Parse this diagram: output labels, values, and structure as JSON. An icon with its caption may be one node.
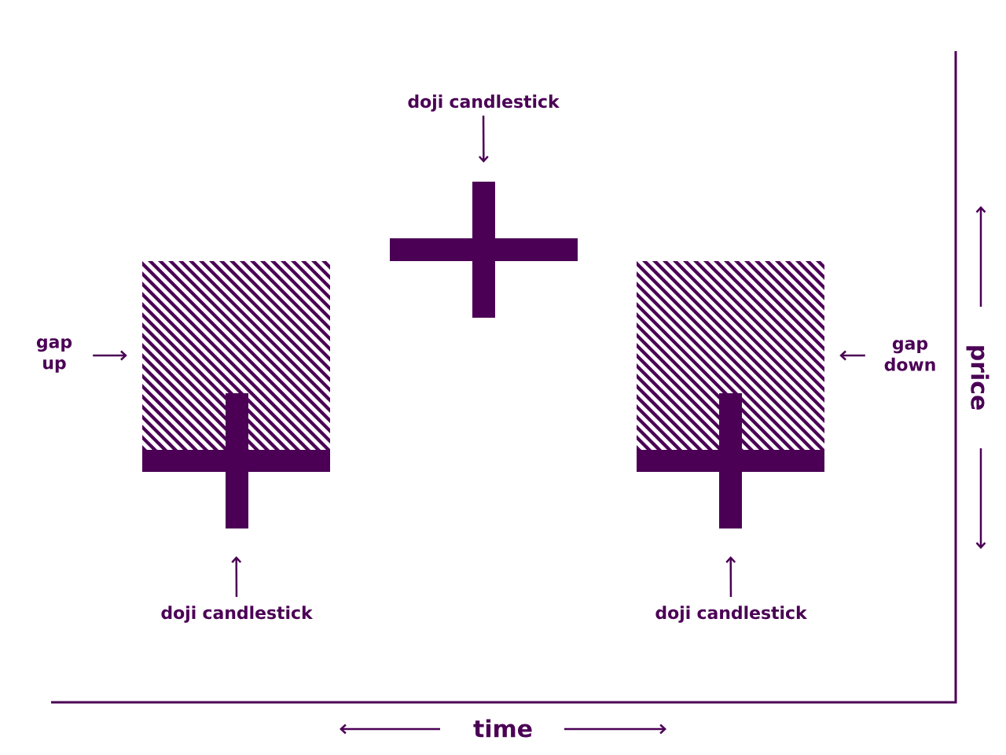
{
  "diagram": {
    "nodes": [
      {
        "text": [
          "doji candlestick"
        ]
      },
      {
        "text": [],
        "shape": "cross"
      },
      {
        "text": [
          "gap up"
        ]
      },
      {
        "text": [],
        "shape": "box"
      },
      {
        "text": [],
        "shape": "cross"
      },
      {
        "text": [
          "doji candlestick"
        ]
      },
      {
        "text": [],
        "shape": "box"
      },
      {
        "text": [],
        "shape": "cross"
      },
      {
        "text": [
          "gap down"
        ]
      },
      {
        "text": [
          "doji candlestick"
        ]
      }
    ],
    "edges": [
      {
        "from": 0,
        "to": 1,
        "arrow": "to"
      },
      {
        "from": 2,
        "to": 3,
        "arrow": "to"
      },
      {
        "from": 5,
        "to": 4,
        "arrow": "to"
      },
      {
        "from": 8,
        "to": 6,
        "arrow": "to"
      },
      {
        "from": 9,
        "to": 7,
        "arrow": "to"
      }
    ],
    "labels": [
      "price",
      "time"
    ]
  }
}
